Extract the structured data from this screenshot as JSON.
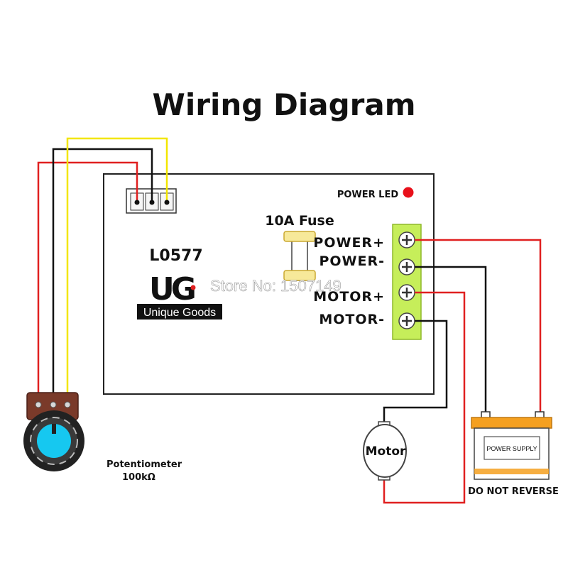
{
  "title": "Wiring Diagram",
  "board": {
    "model": "L0577",
    "logo_text": "UG",
    "brand_name": "Unique Goods",
    "watermark": "Store No: 1507149",
    "led_label": "POWER LED",
    "fuse_label": "10A Fuse",
    "terminals": [
      {
        "label": "POWER+"
      },
      {
        "label": "POWER-"
      },
      {
        "label": "MOTOR+"
      },
      {
        "label": "MOTOR-"
      }
    ]
  },
  "motor": {
    "label": "Motor"
  },
  "power_supply": {
    "label": "POWER SUPPLY",
    "warning": "DO NOT REVERSE"
  },
  "potentiometer": {
    "label": "Potentiometer",
    "value": "100kΩ"
  },
  "colors": {
    "wire_red": "#e02020",
    "wire_black": "#111111",
    "wire_yellow": "#f2e600",
    "terminal_green": "#c6ee5a",
    "battery_orange": "#f5a020",
    "knob_blue": "#16c8f0",
    "pot_body": "#7a3a2a",
    "led_red": "#e8101a"
  }
}
